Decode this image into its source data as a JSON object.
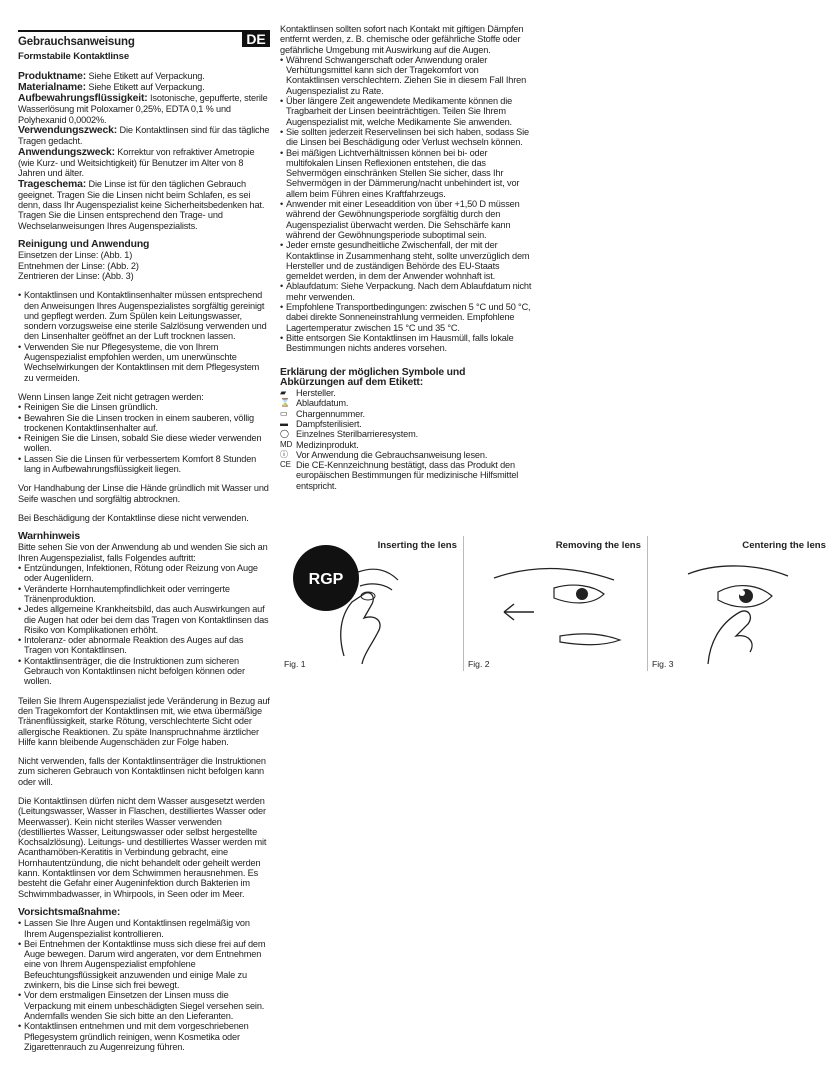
{
  "header": {
    "title": "Gebrauchsanweisung",
    "lang_badge": "DE",
    "subtitle": "Formstabile Kontaktlinse"
  },
  "fields": [
    {
      "label": "Produktname:",
      "text": " Siehe Etikett auf Verpackung."
    },
    {
      "label": "Materialname:",
      "text": " Siehe Etikett auf Verpackung."
    },
    {
      "label": "Aufbewahrungsflüssigkeit:",
      "text": " Isotonische, gepufferte, sterile Wasserlösung mit Poloxamer 0,25%, EDTA 0,1 % und Polyhexanid 0,0002%."
    },
    {
      "label": "Verwendungszweck:",
      "text": " Die Kontaktlinsen sind für das tägliche Tragen gedacht."
    },
    {
      "label": "Anwendungszweck:",
      "text": " Korrektur von refraktiver Ametropie (wie Kurz- und Weitsichtigkeit) für Benutzer im Alter von 8 Jahren und älter."
    },
    {
      "label": "Trageschema:",
      "text": " Die Linse ist für den täglichen Gebrauch geeignet. Tragen Sie die Linsen nicht beim Schlafen, es sei denn, dass Ihr Augenspezialist keine Sicherheitsbedenken hat. Tragen Sie die Linsen entsprechend den Trage- und Wechselanweisungen Ihres Augenspezialists."
    }
  ],
  "reinigung": {
    "heading": "Reinigung und Anwendung",
    "lines": [
      "Einsetzen der Linse: (Abb. 1)",
      "Entnehmen der Linse: (Abb. 2)",
      "Zentrieren der Linse: (Abb. 3)"
    ],
    "bullets": [
      "Kontaktlinsen und Kontaktlinsenhalter müssen entsprechend den Anweisungen Ihres Augenspezialistes sorgfältig gereinigt und gepflegt werden. Zum Spülen kein Leitungswasser, sondern vorzugsweise eine sterile Salzlösung verwenden und den Linsenhalter geöffnet an der Luft trocknen lassen.",
      "Verwenden Sie nur Pflegesysteme, die von Ihrem Augenspezialist empfohlen werden, um unerwünschte Wechselwirkungen der Kontaktlinsen mit dem Pflegesystem zu vermeiden."
    ],
    "intro2": "Wenn Linsen lange Zeit nicht getragen werden:",
    "bullets2": [
      "Reinigen Sie die Linsen gründlich.",
      "Bewahren Sie die Linsen trocken in einem sauberen, völlig trockenen Kontaktlinsenhalter auf.",
      "Reinigen Sie die Linsen, sobald Sie diese wieder verwenden wollen.",
      "Lassen Sie die Linsen für verbessertem Komfort 8 Stunden lang in Aufbewahrungsflüssigkeit liegen."
    ],
    "para1": "Vor Handhabung der Linse die Hände gründlich mit Wasser und Seife waschen und sorgfältig abtrocknen.",
    "para2": "Bei Beschädigung der Kontaktlinse diese nicht verwenden."
  },
  "warn": {
    "heading": "Warnhinweis",
    "intro": "Bitte sehen Sie von der Anwendung ab und wenden Sie sich an Ihren Augenspezialist, falls Folgendes auftritt:",
    "bullets": [
      "Entzündungen, Infektionen, Rötung oder Reizung von Auge oder Augenlidern.",
      "Veränderte Hornhautempfindlichkeit oder verringerte Tränenproduktion.",
      "Jedes allgemeine Krankheitsbild, das auch Auswirkungen auf die Augen hat oder bei dem das Tragen von Kontaktlinsen das Risiko von Komplikationen erhöht.",
      "Intoleranz- oder abnormale Reaktion des Auges auf das Tragen von Kontaktlinsen.",
      "Kontaktlinsenträger, die die Instruktionen zum sicheren Gebrauch von Kontaktlinsen nicht befolgen können oder wollen."
    ],
    "para1": "Teilen Sie Ihrem Augenspezialist jede Veränderung in Bezug auf den Tragekomfort der Kontaktlinsen mit, wie etwa übermäßige Tränenflüssigkeit, starke Rötung, verschlechterte Sicht oder allergische Reaktionen. Zu späte Inanspruchnahme ärztlicher Hilfe kann bleibende Augenschäden zur Folge haben.",
    "para2": "Nicht verwenden, falls der Kontaktlinsenträger die Instruktionen zum sicheren Gebrauch von Kontaktlinsen nicht befolgen kann oder will.",
    "para3": "Die Kontaktlinsen dürfen nicht dem Wasser ausgesetzt werden (Leitungswasser, Wasser in Flaschen, destilliertes Wasser oder Meerwasser). Kein nicht steriles Wasser verwenden (destilliertes Wasser, Leitungswasser oder selbst hergestellte Kochsalzlösung). Leitungs- und destilliertes Wasser werden mit Acanthamöben-Keratitis in Verbindung gebracht, eine Hornhautentzündung, die nicht behandelt oder geheilt werden kann. Kontaktlinsen vor dem Schwimmen herausnehmen. Es besteht die Gefahr einer Augeninfektion durch Bakterien im Schwimmbadwasser, in Whirpools, in Seen oder im Meer."
  },
  "vorsicht": {
    "heading": "Vorsichtsmaßnahme:",
    "bullets": [
      "Lassen Sie Ihre Augen und Kontaktlinsen regelmäßig von Ihrem Augenspezialist kontrollieren.",
      "Bei Entnehmen der Kontaktlinse muss sich diese frei auf dem Auge bewegen. Darum wird angeraten, vor dem Entnehmen eine von Ihrem Augenspezialist empfohlene Befeuchtungsflüssigkeit anzuwenden und einige Male zu zwinkern, bis die Linse sich frei bewegt.",
      "Vor dem erstmaligen Einsetzen der Linsen muss die Verpackung mit einem unbeschädigten Siegel versehen sein. Andernfalls wenden Sie sich bitte an den Lieferanten.",
      "Kontaktlinsen entnehmen und mit dem vorgeschriebenen Pflegesystem gründlich reinigen, wenn Kosmetika oder Zigarettenrauch zu Augenreizung führen."
    ]
  },
  "right": {
    "top_para": "Kontaktlinsen sollten sofort nach Kontakt mit giftigen Dämpfen entfernt werden, z. B. chemische oder gefährliche Stoffe oder gefährliche Umgebung mit Auswirkung auf die Augen.",
    "bullets": [
      "Während Schwangerschaft oder Anwendung oraler Verhütungsmittel kann sich der Tragekomfort von Kontaktlinsen verschlechtern. Ziehen Sie in diesem Fall Ihren Augenspezialist zu Rate.",
      "Über längere Zeit angewendete Medikamente können die Tragbarheit der Linsen beeinträchtigen. Teilen Sie Ihrem Augenspezialist mit, welche Medikamente Sie anwenden.",
      "Sie sollten jederzeit Reservelinsen bei sich haben, sodass Sie die Linsen bei Beschädigung oder Verlust wechseln können.",
      "Bei mäßigen Lichtverhältnissen können bei bi- oder multifokalen Linsen Reflexionen entstehen, die das Sehvermögen einschränken Stellen Sie sicher, dass Ihr Sehvermögen in der Dämmerung/nacht unbehindert ist, vor allem beim Führen eines Kraftfahrzeugs.",
      "Anwender mit einer Leseaddition von über +1,50 D müssen während der Gewöhnungsperiode sorgfältig durch den Augenspezialist überwacht werden. Die Sehschärfe kann während der Gewöhnungsperiode suboptimal sein.",
      "Jeder ernste gesundheitliche Zwischenfall, der mit der Kontaktlinse in Zusammenhang steht, sollte unverzüglich dem Hersteller und de zuständigen Behörde des EU-Staats gemeldet werden, in dem der Anwender wohnhaft ist.",
      "Ablaufdatum: Siehe Verpackung. Nach dem Ablaufdatum nicht mehr verwenden.",
      "Empfohlene Transportbedingungen: zwischen 5 °C und 50 °C, dabei direkte Sonneneinstrahlung vermeiden. Empfohlene Lagertemperatur zwischen 15 °C und 35 °C.",
      "Bitte entsorgen Sie Kontaktlinsen im Hausmüll, falls lokale Bestimmungen nichts anderes vorsehen."
    ],
    "symbols_heading": "Erklärung der möglichen Symbole und Abkürzungen auf dem Etikett:",
    "symbols": [
      {
        "icon": "▰",
        "text": "Hersteller."
      },
      {
        "icon": "⌛",
        "text": "Ablaufdatum."
      },
      {
        "icon": "▭",
        "text": "Chargennummer."
      },
      {
        "icon": "▬",
        "text": "Dampfsterilisiert."
      },
      {
        "icon": "◯",
        "text": "Einzelnes Sterilbarrieresystem."
      },
      {
        "icon": "MD",
        "text": "Medizinprodukt."
      },
      {
        "icon": "ⓘ",
        "text": "Vor Anwendung die Gebrauchsanweisung lesen."
      },
      {
        "icon": "CE",
        "text": "Die CE-Kennzeichnung bestätigt, dass das Produkt den europäischen Bestimmungen für medizinische Hilfsmittel entspricht."
      }
    ]
  },
  "figures": [
    {
      "title": "Inserting the lens",
      "caption": "Fig. 1",
      "badge": "RGP"
    },
    {
      "title": "Removing the lens",
      "caption": "Fig. 2"
    },
    {
      "title": "Centering the lens",
      "caption": "Fig. 3"
    }
  ]
}
